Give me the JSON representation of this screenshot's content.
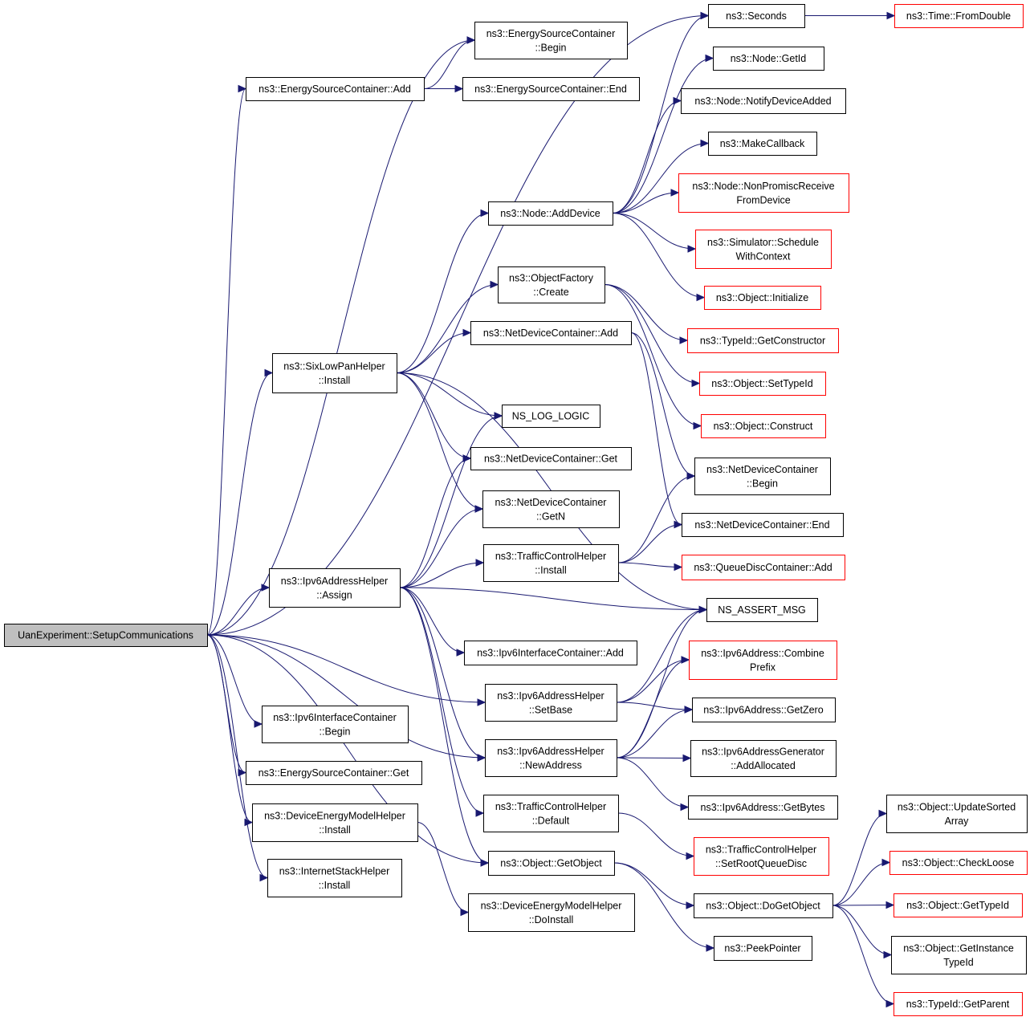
{
  "colors": {
    "edge": "#191970",
    "box_border": "#000000",
    "box_border_truncated": "#ff0000",
    "root_fill": "#bfbfbf",
    "background": "#ffffff"
  },
  "nodes": {
    "n0": {
      "lines": [
        "UanExperiment::SetupCommunications"
      ],
      "style": "root"
    },
    "n1": {
      "lines": [
        "ns3::EnergySourceContainer::Add"
      ],
      "style": "normal"
    },
    "n2": {
      "lines": [
        "ns3::EnergySourceContainer",
        "::Begin"
      ],
      "style": "normal"
    },
    "n3": {
      "lines": [
        "ns3::EnergySourceContainer::End"
      ],
      "style": "normal"
    },
    "n4": {
      "lines": [
        "ns3::SixLowPanHelper",
        "::Install"
      ],
      "style": "normal"
    },
    "n5": {
      "lines": [
        "ns3::Seconds"
      ],
      "style": "normal"
    },
    "n6": {
      "lines": [
        "ns3::Time::FromDouble"
      ],
      "style": "red"
    },
    "n7": {
      "lines": [
        "ns3::Node::GetId"
      ],
      "style": "normal"
    },
    "n8": {
      "lines": [
        "ns3::Node::NotifyDeviceAdded"
      ],
      "style": "normal"
    },
    "n9": {
      "lines": [
        "ns3::MakeCallback"
      ],
      "style": "normal"
    },
    "n10": {
      "lines": [
        "ns3::Node::NonPromiscReceive",
        "FromDevice"
      ],
      "style": "red"
    },
    "n11": {
      "lines": [
        "ns3::Node::AddDevice"
      ],
      "style": "normal"
    },
    "n12": {
      "lines": [
        "ns3::Simulator::Schedule",
        "WithContext"
      ],
      "style": "red"
    },
    "n13": {
      "lines": [
        "ns3::ObjectFactory",
        "::Create"
      ],
      "style": "normal"
    },
    "n14": {
      "lines": [
        "ns3::Object::Initialize"
      ],
      "style": "red"
    },
    "n15": {
      "lines": [
        "ns3::NetDeviceContainer::Add"
      ],
      "style": "normal"
    },
    "n16": {
      "lines": [
        "ns3::TypeId::GetConstructor"
      ],
      "style": "red"
    },
    "n17": {
      "lines": [
        "ns3::Object::SetTypeId"
      ],
      "style": "red"
    },
    "n18": {
      "lines": [
        "NS_LOG_LOGIC"
      ],
      "style": "normal"
    },
    "n19": {
      "lines": [
        "ns3::Object::Construct"
      ],
      "style": "red"
    },
    "n20": {
      "lines": [
        "ns3::NetDeviceContainer::Get"
      ],
      "style": "normal"
    },
    "n21": {
      "lines": [
        "ns3::NetDeviceContainer",
        "::Begin"
      ],
      "style": "normal"
    },
    "n22": {
      "lines": [
        "ns3::NetDeviceContainer",
        "::GetN"
      ],
      "style": "normal"
    },
    "n23": {
      "lines": [
        "ns3::NetDeviceContainer::End"
      ],
      "style": "normal"
    },
    "n24": {
      "lines": [
        "ns3::TrafficControlHelper",
        "::Install"
      ],
      "style": "normal"
    },
    "n25": {
      "lines": [
        "ns3::QueueDiscContainer::Add"
      ],
      "style": "red"
    },
    "n26": {
      "lines": [
        "ns3::Ipv6AddressHelper",
        "::Assign"
      ],
      "style": "normal"
    },
    "n27": {
      "lines": [
        "NS_ASSERT_MSG"
      ],
      "style": "normal"
    },
    "n28": {
      "lines": [
        "ns3::Ipv6InterfaceContainer::Add"
      ],
      "style": "normal"
    },
    "n29": {
      "lines": [
        "ns3::Ipv6Address::Combine",
        "Prefix"
      ],
      "style": "red"
    },
    "n30": {
      "lines": [
        "ns3::Ipv6AddressHelper",
        "::SetBase"
      ],
      "style": "normal"
    },
    "n31": {
      "lines": [
        "ns3::Ipv6Address::GetZero"
      ],
      "style": "normal"
    },
    "n32": {
      "lines": [
        "ns3::Ipv6InterfaceContainer",
        "::Begin"
      ],
      "style": "normal"
    },
    "n33": {
      "lines": [
        "ns3::Ipv6AddressHelper",
        "::NewAddress"
      ],
      "style": "normal"
    },
    "n34": {
      "lines": [
        "ns3::Ipv6AddressGenerator",
        "::AddAllocated"
      ],
      "style": "normal"
    },
    "n35": {
      "lines": [
        "ns3::EnergySourceContainer::Get"
      ],
      "style": "normal"
    },
    "n36": {
      "lines": [
        "ns3::Ipv6Address::GetBytes"
      ],
      "style": "normal"
    },
    "n37": {
      "lines": [
        "ns3::Object::UpdateSorted",
        "Array"
      ],
      "style": "normal"
    },
    "n38": {
      "lines": [
        "ns3::TrafficControlHelper",
        "::Default"
      ],
      "style": "normal"
    },
    "n39": {
      "lines": [
        "ns3::DeviceEnergyModelHelper",
        "::Install"
      ],
      "style": "normal"
    },
    "n40": {
      "lines": [
        "ns3::TrafficControlHelper",
        "::SetRootQueueDisc"
      ],
      "style": "red"
    },
    "n41": {
      "lines": [
        "ns3::Object::CheckLoose"
      ],
      "style": "red"
    },
    "n42": {
      "lines": [
        "ns3::Object::GetObject"
      ],
      "style": "normal"
    },
    "n43": {
      "lines": [
        "ns3::InternetStackHelper",
        "::Install"
      ],
      "style": "normal"
    },
    "n44": {
      "lines": [
        "ns3::Object::DoGetObject"
      ],
      "style": "normal"
    },
    "n45": {
      "lines": [
        "ns3::Object::GetTypeId"
      ],
      "style": "red"
    },
    "n46": {
      "lines": [
        "ns3::DeviceEnergyModelHelper",
        "::DoInstall"
      ],
      "style": "normal"
    },
    "n47": {
      "lines": [
        "ns3::Object::GetInstance",
        "TypeId"
      ],
      "style": "normal"
    },
    "n48": {
      "lines": [
        "ns3::PeekPointer"
      ],
      "style": "normal"
    },
    "n49": {
      "lines": [
        "ns3::TypeId::GetParent"
      ],
      "style": "red"
    }
  },
  "edges": [
    [
      "n0",
      "n1"
    ],
    [
      "n0",
      "n2"
    ],
    [
      "n0",
      "n4"
    ],
    [
      "n0",
      "n5"
    ],
    [
      "n0",
      "n26"
    ],
    [
      "n0",
      "n30"
    ],
    [
      "n0",
      "n32"
    ],
    [
      "n0",
      "n35"
    ],
    [
      "n0",
      "n39"
    ],
    [
      "n0",
      "n42"
    ],
    [
      "n0",
      "n43"
    ],
    [
      "n0",
      "n33"
    ],
    [
      "n1",
      "n2"
    ],
    [
      "n1",
      "n3"
    ],
    [
      "n4",
      "n11"
    ],
    [
      "n4",
      "n13"
    ],
    [
      "n4",
      "n15"
    ],
    [
      "n4",
      "n18"
    ],
    [
      "n4",
      "n20"
    ],
    [
      "n4",
      "n22"
    ],
    [
      "n4",
      "n27"
    ],
    [
      "n5",
      "n6"
    ],
    [
      "n11",
      "n5"
    ],
    [
      "n11",
      "n7"
    ],
    [
      "n11",
      "n8"
    ],
    [
      "n11",
      "n9"
    ],
    [
      "n11",
      "n10"
    ],
    [
      "n11",
      "n12"
    ],
    [
      "n11",
      "n14"
    ],
    [
      "n13",
      "n16"
    ],
    [
      "n13",
      "n17"
    ],
    [
      "n13",
      "n19"
    ],
    [
      "n15",
      "n21"
    ],
    [
      "n15",
      "n23"
    ],
    [
      "n24",
      "n21"
    ],
    [
      "n24",
      "n23"
    ],
    [
      "n24",
      "n25"
    ],
    [
      "n26",
      "n18"
    ],
    [
      "n26",
      "n20"
    ],
    [
      "n26",
      "n22"
    ],
    [
      "n26",
      "n24"
    ],
    [
      "n26",
      "n27"
    ],
    [
      "n26",
      "n28"
    ],
    [
      "n26",
      "n33"
    ],
    [
      "n26",
      "n38"
    ],
    [
      "n26",
      "n42"
    ],
    [
      "n30",
      "n27"
    ],
    [
      "n30",
      "n29"
    ],
    [
      "n30",
      "n31"
    ],
    [
      "n33",
      "n27"
    ],
    [
      "n33",
      "n29"
    ],
    [
      "n33",
      "n31"
    ],
    [
      "n33",
      "n34"
    ],
    [
      "n33",
      "n36"
    ],
    [
      "n38",
      "n40"
    ],
    [
      "n39",
      "n46"
    ],
    [
      "n42",
      "n44"
    ],
    [
      "n42",
      "n48"
    ],
    [
      "n44",
      "n37"
    ],
    [
      "n44",
      "n41"
    ],
    [
      "n44",
      "n45"
    ],
    [
      "n44",
      "n47"
    ],
    [
      "n44",
      "n49"
    ]
  ]
}
